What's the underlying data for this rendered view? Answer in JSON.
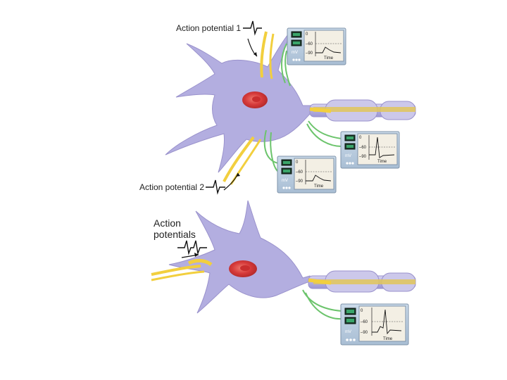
{
  "labels": {
    "ap1": "Action potential 1",
    "ap2": "Action potential 2",
    "aps_line1": "Action",
    "aps_line2": "potentials"
  },
  "scope": {
    "tick_top": "0",
    "tick_mid": "–60",
    "tick_bot": "–90",
    "unit": "mV",
    "time": "Time"
  },
  "colors": {
    "neuron_fill": "#b3aee0",
    "neuron_stroke": "#9a92cc",
    "nucleus": "#d63a3a",
    "axon_terminal": "#f2cf3e",
    "myelin": "#ccc8ea",
    "electrode": "#6cc46c",
    "scope_case": "#b9cce0",
    "scope_screen": "#f3efe4"
  },
  "icons": [
    "action-potential-spike-icon",
    "arrow-icon",
    "microelectrode-icon",
    "oscilloscope-icon"
  ]
}
